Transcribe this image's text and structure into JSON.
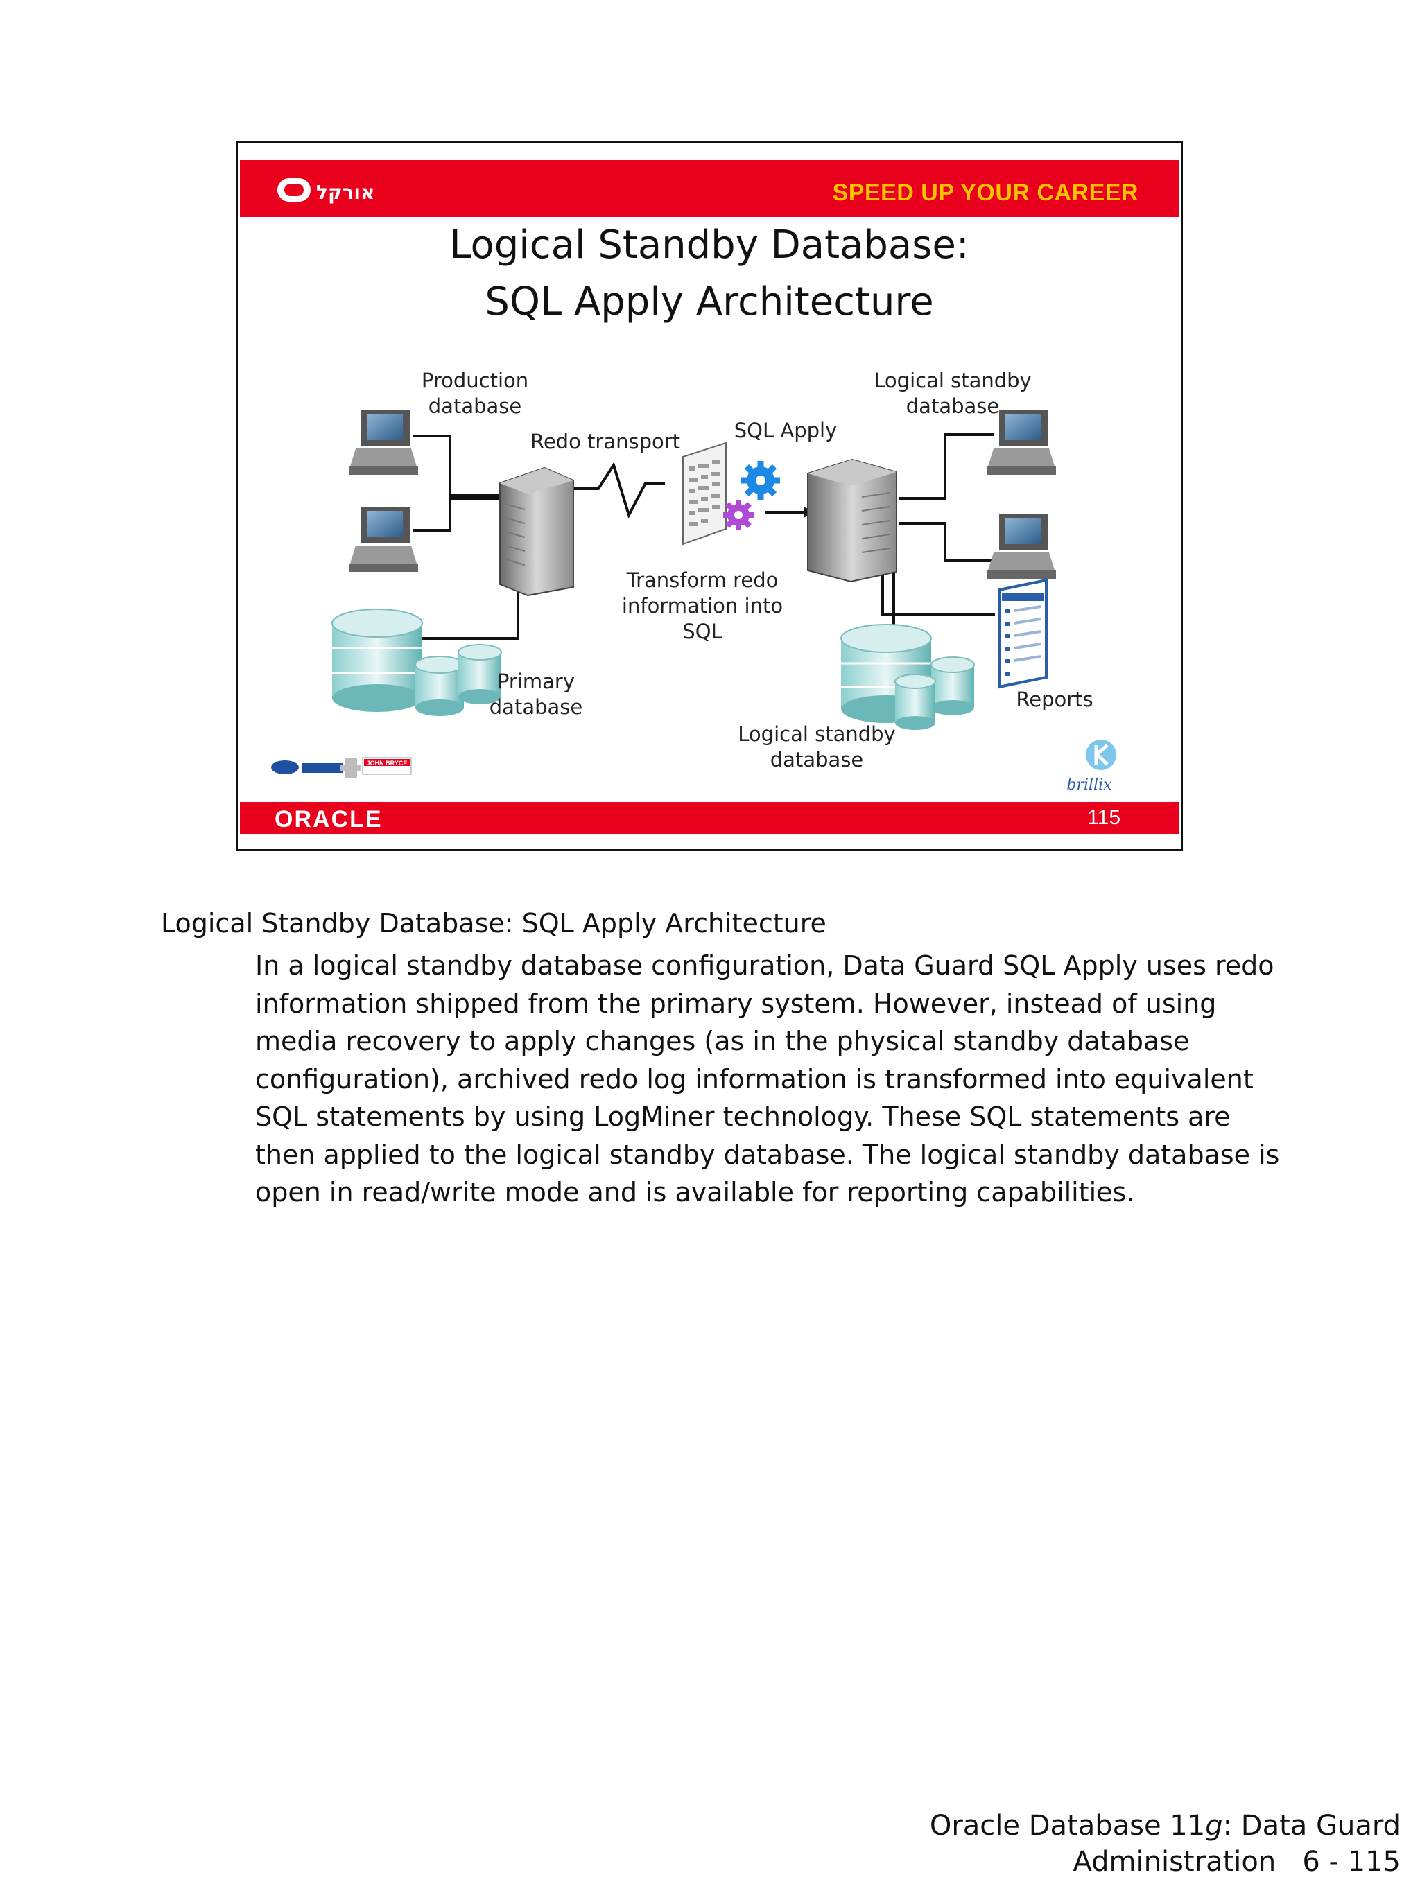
{
  "slide": {
    "tagline": "SPEED UP YOUR CAREER",
    "logo_text": "אורקל",
    "title_line1": "Logical Standby Database:",
    "title_line2": "SQL Apply Architecture",
    "brand": "ORACLE",
    "page_number": "115",
    "labels": {
      "production": [
        "Production",
        "database"
      ],
      "redo_transport": "Redo transport",
      "sql_apply": "SQL Apply",
      "logical_top": [
        "Logical standby",
        "database"
      ],
      "transform": [
        "Transform redo",
        "information into",
        "SQL"
      ],
      "primary": [
        "Primary",
        "database"
      ],
      "reports": "Reports",
      "logical_bottom": [
        "Logical standby",
        "database"
      ]
    },
    "sponsor_text": "JOHN BRYCE",
    "partner_logo": "brillix"
  },
  "notes": {
    "title": "Logical Standby Database: SQL Apply Architecture",
    "body": "In a logical standby database configuration, Data Guard SQL Apply uses redo information shipped from the primary system. However, instead of using media recovery to apply changes (as in the physical standby database configuration), archived redo log information is transformed into equivalent SQL statements by using LogMiner technology. These SQL statements are then applied to the logical standby database. The logical standby database is open in read/write mode and is available for reporting capabilities."
  },
  "footer": {
    "line1_prefix": "Oracle Database 11",
    "line1_italic": "g",
    "line1_suffix": ": Data Guard",
    "line2": "Administration   6 - 115"
  }
}
